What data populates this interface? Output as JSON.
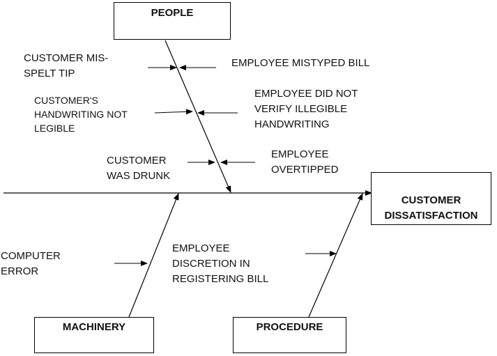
{
  "categories": {
    "people": "PEOPLE",
    "machinery": "MACHINERY",
    "procedure": "PROCEDURE"
  },
  "effect": "CUSTOMER\nDISSATISFACTION",
  "causes": {
    "customer_misspelt_tip": "CUSTOMER MIS-\nSPELT TIP",
    "employee_mistyped_bill": "EMPLOYEE MISTYPED BILL",
    "customer_handwriting": "CUSTOMER'S\nHANDWRITING NOT\nLEGIBLE",
    "employee_did_not_verify": "EMPLOYEE DID NOT\nVERIFY ILLEGIBLE\nHANDWRITING",
    "customer_was_drunk": "CUSTOMER\nWAS DRUNK",
    "employee_overtipped": "EMPLOYEE\nOVERTIPPED",
    "computer_error": "COMPUTER\nERROR",
    "employee_discretion": "EMPLOYEE\nDISCRETION IN\nREGISTERING BILL"
  }
}
